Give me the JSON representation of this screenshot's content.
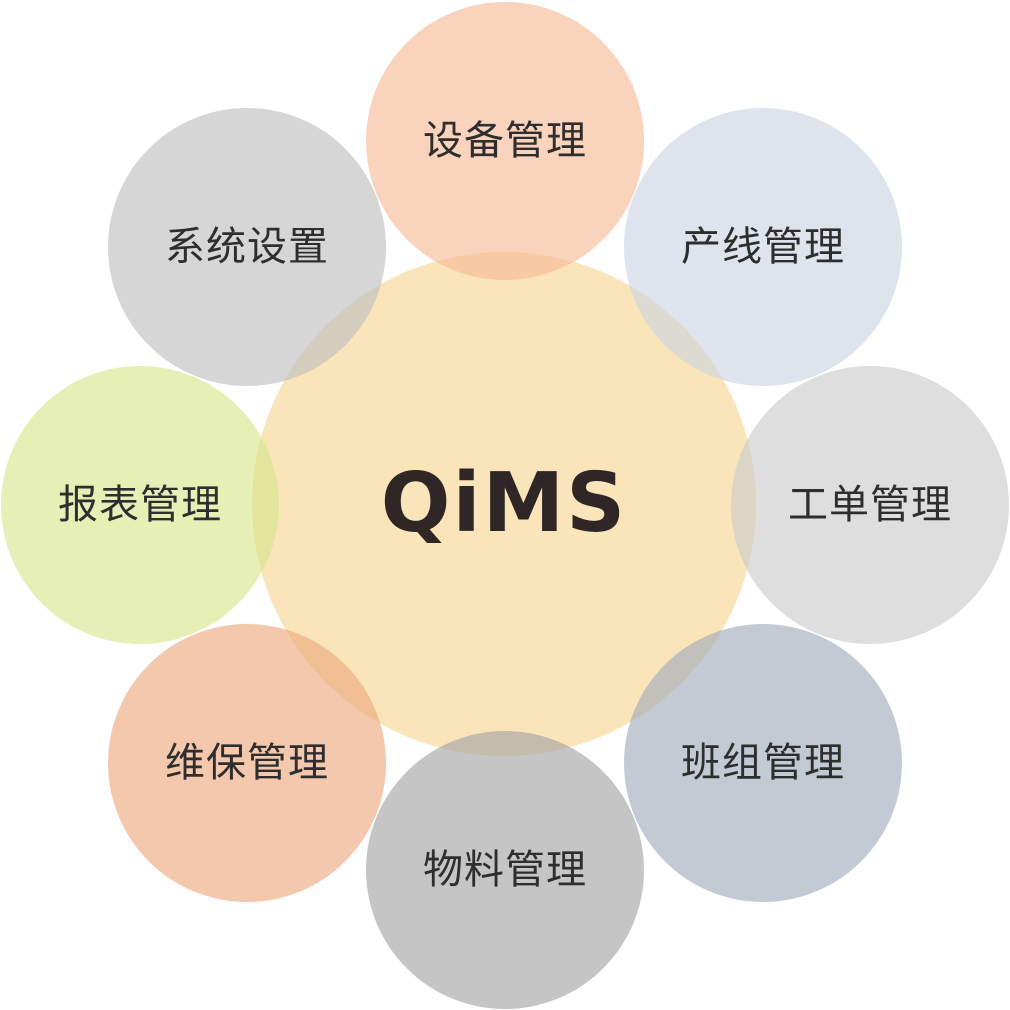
{
  "center": {
    "title": "QiMS",
    "color": "#F7D388",
    "text_color": "#2F2726"
  },
  "modules": [
    {
      "label": "设备管理",
      "color": "#F7B895"
    },
    {
      "label": "产线管理",
      "color": "#CCD4E0"
    },
    {
      "label": "工单管理",
      "color": "#C9C9C9"
    },
    {
      "label": "班组管理",
      "color": "#A0AABA"
    },
    {
      "label": "物料管理",
      "color": "#A2A2A2"
    },
    {
      "label": "维保管理",
      "color": "#EEA67B"
    },
    {
      "label": "报表管理",
      "color": "#D6E589"
    },
    {
      "label": "系统设置",
      "color": "#BDBDBD"
    }
  ],
  "label_color": "#2E2E2E"
}
